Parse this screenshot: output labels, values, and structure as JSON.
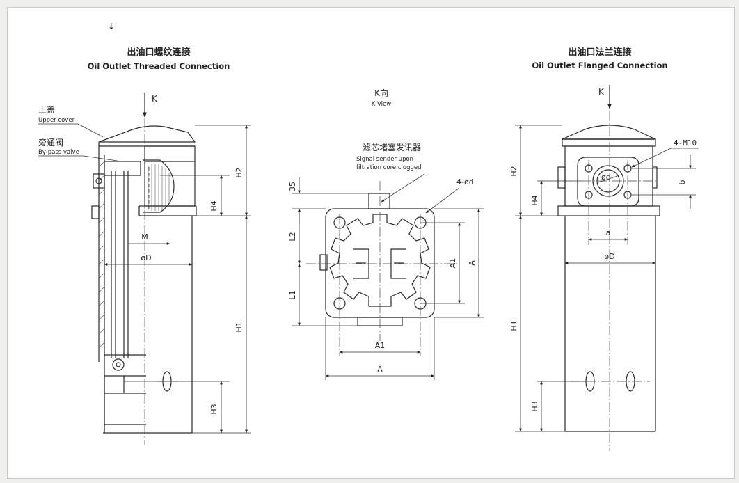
{
  "tick_mark": "⇣",
  "threaded": {
    "title_cn": "出油口螺纹连接",
    "title_en": "Oil Outlet Threaded Connection",
    "k_label": "K",
    "upper_cover_cn": "上盖",
    "upper_cover_en": "Upper cover",
    "bypass_cn": "旁通阀",
    "bypass_en": "By-pass valve",
    "dims": {
      "H2": "H2",
      "H4": "H4",
      "H1": "H1",
      "H3": "H3",
      "M": "M",
      "D": "øD"
    }
  },
  "kview": {
    "title_cn": "K向",
    "title_en": "K View",
    "signal_cn": "滤芯堵塞发讯器",
    "signal_en_1": "Signal sender upon",
    "signal_en_2": "filtration core clogged",
    "dims": {
      "d35": "35",
      "holes": "4-ød",
      "L2": "L2",
      "L1": "L1",
      "A1v": "A1",
      "Av": "A",
      "A1h": "A1",
      "Ah": "A"
    }
  },
  "flanged": {
    "title_cn": "出油口法兰连接",
    "title_en": "Oil Outlet Flanged Connection",
    "k_label": "K",
    "bolts": "4-M10",
    "flange_d": "ød",
    "dims": {
      "H2": "H2",
      "H4": "H4",
      "H1": "H1",
      "H3": "H3",
      "a": "a",
      "b": "b",
      "D": "øD"
    }
  }
}
